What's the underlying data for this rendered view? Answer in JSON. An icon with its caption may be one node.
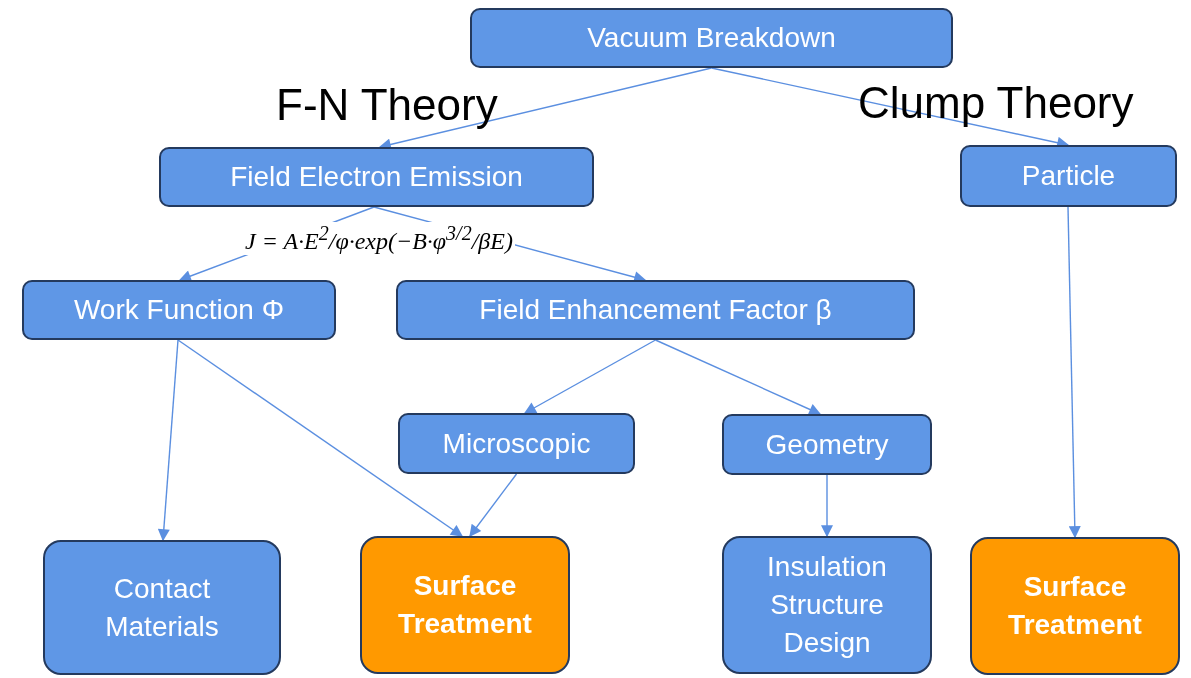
{
  "diagram": {
    "nodes": [
      {
        "text": [
          "Vacuum Breakdown"
        ]
      },
      {
        "text": [
          "Field Electron Emission"
        ]
      },
      {
        "text": [
          "Particle"
        ]
      },
      {
        "text": [
          "Work Function Φ"
        ]
      },
      {
        "text": [
          "Field Enhancement Factor β"
        ]
      },
      {
        "text": [
          "Microscopic"
        ]
      },
      {
        "text": [
          "Geometry"
        ]
      },
      {
        "text": [
          "Contact Materials"
        ]
      },
      {
        "text": [
          "Surface Treatment"
        ]
      },
      {
        "text": [
          "Insulation Structure Design"
        ]
      },
      {
        "text": [
          "Surface Treatment"
        ]
      }
    ],
    "edges": [
      {
        "from": 0,
        "to": 1,
        "arrow": "to"
      },
      {
        "from": 0,
        "to": 2,
        "arrow": "to"
      },
      {
        "from": 1,
        "to": 3,
        "arrow": "to"
      },
      {
        "from": 1,
        "to": 4,
        "arrow": "to"
      },
      {
        "from": 2,
        "to": 10,
        "arrow": "to"
      },
      {
        "from": 3,
        "to": 7,
        "arrow": "to"
      },
      {
        "from": 3,
        "to": 8,
        "arrow": "to"
      },
      {
        "from": 4,
        "to": 5,
        "arrow": "to"
      },
      {
        "from": 4,
        "to": 6,
        "arrow": "to"
      },
      {
        "from": 5,
        "to": 8,
        "arrow": "to"
      },
      {
        "from": 6,
        "to": 9,
        "arrow": "to"
      }
    ],
    "labels": [
      "F-N Theory",
      "Clump Theory",
      "J = A·E$^{2}$/φ·exp(−B·φ$^{3/2}$/βE)"
    ]
  }
}
